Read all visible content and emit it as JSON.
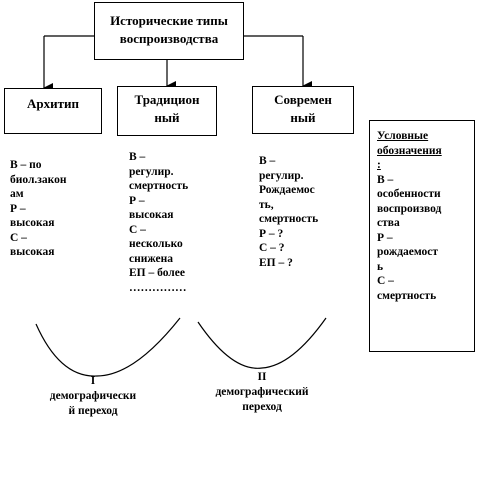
{
  "top_box": {
    "text": "Исторические типы\nвоспроизводства"
  },
  "types": [
    {
      "title": "Архитип",
      "details": "В – по\nбиол.закон\nам\nР –\nвысокая\nС –\nвысокая"
    },
    {
      "title": "Традицион\nный",
      "details": "В –\nрегулир.\nсмертность\nР –\nвысокая\nС –\nнесколько\nснижена\nЕП – более\n……………"
    },
    {
      "title": "Современ\nный",
      "details": "В –\nрегулир.\nРождаемос\nть,\nсмертность\nР – ?\nС – ?\nЕП – ?"
    }
  ],
  "transitions": [
    {
      "text": "I\nдемографически\nй переход"
    },
    {
      "text": "II\nдемографический\nпереход"
    }
  ],
  "legend": {
    "title": "Условные\nобозначения\n:",
    "body": "В –\nособенности\nвоспроизвод\nства\nР –\nрождаемост\nь\nС –\nсмертность"
  }
}
